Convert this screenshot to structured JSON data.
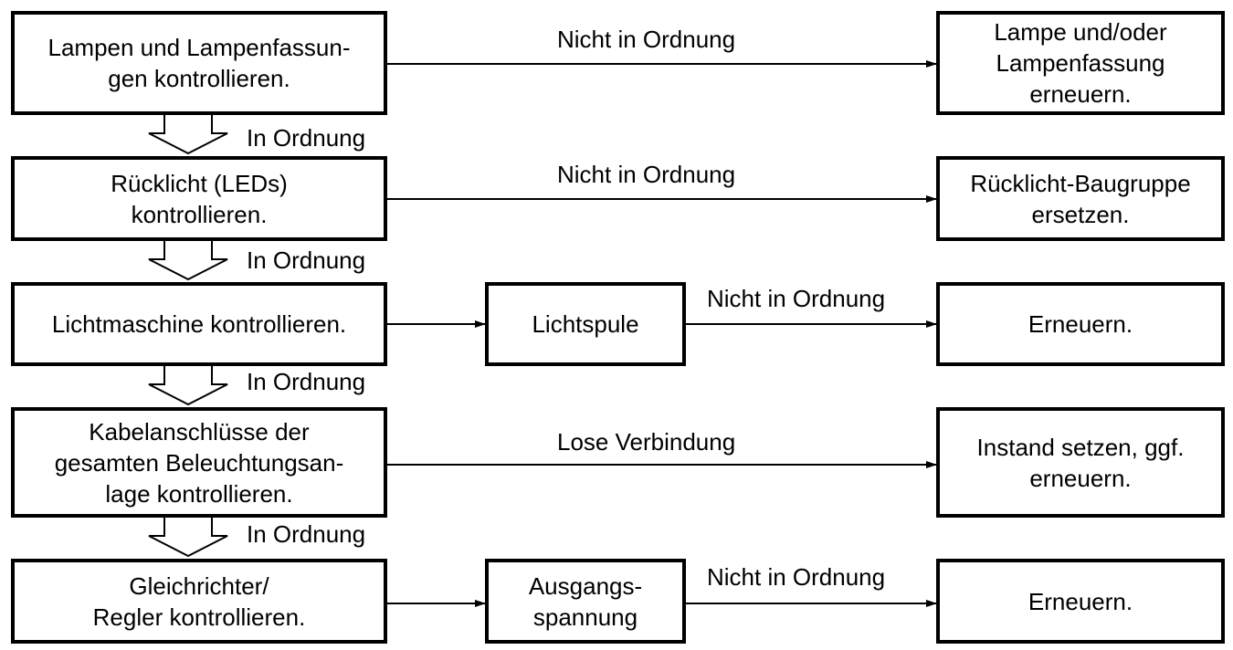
{
  "steps": [
    {
      "text": "Lampen und Lampenfassun-\ngen kontrollieren.",
      "result_label": "Nicht in Ordnung",
      "remedy": "Lampe und/oder\nLampenfassung\nerneuern."
    },
    {
      "text": "Rücklicht (LEDs)\nkontrollieren.",
      "result_label": "Nicht in Ordnung",
      "remedy": "Rücklicht-Baugruppe\nersetzen."
    },
    {
      "text": "Lichtmaschine kontrollieren.",
      "sub_check": "Lichtspule",
      "result_label": "Nicht in Ordnung",
      "remedy": "Erneuern."
    },
    {
      "text": "Kabelanschlüsse der\ngesamten Beleuchtungsan-\nlage kontrollieren.",
      "result_label": "Lose Verbindung",
      "remedy": "Instand setzen, ggf.\nerneuern."
    },
    {
      "text": "Gleichrichter/\nRegler kontrollieren.",
      "sub_check": "Ausgangs-\nspannung",
      "result_label": "Nicht in Ordnung",
      "remedy": "Erneuern."
    }
  ],
  "ok_labels": [
    "In Ordnung",
    "In Ordnung",
    "In Ordnung",
    "In Ordnung"
  ],
  "colors": {
    "line": "#000000",
    "background": "#ffffff"
  }
}
